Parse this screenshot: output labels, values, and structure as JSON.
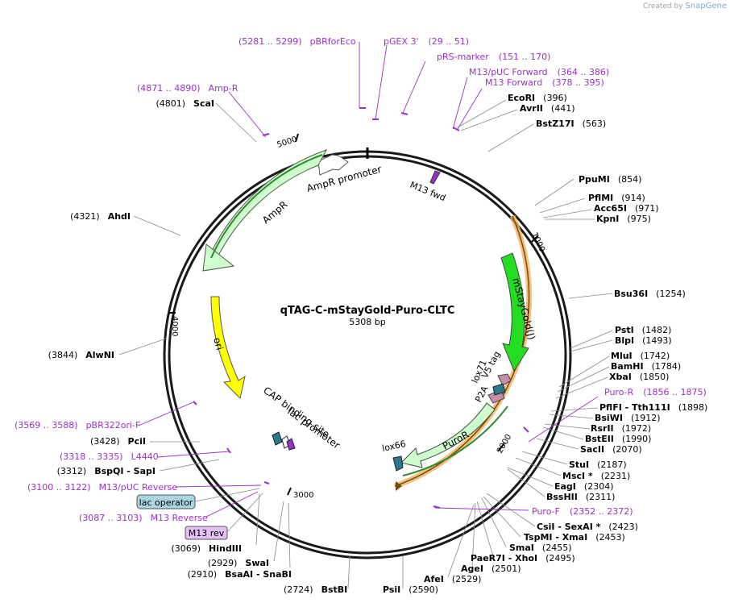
{
  "brand": {
    "prefix": "Created by",
    "name": "SnapGene"
  },
  "plasmid": {
    "name": "qTAG-C-mStayGold-Puro-CLTC",
    "length": "5308 bp"
  },
  "colors": {
    "backbone": "#1a1a1a",
    "primer": "#9b30c8",
    "enzyme": "#000000",
    "ampr": "#ccffcc",
    "ampr_outline": "#2e8b2e",
    "ori": "#ffff00",
    "stay": "#22dd22",
    "puror": "#ccffcc",
    "selection": "#f0b060"
  },
  "ticks": [
    "1000",
    "2000",
    "3000",
    "4000",
    "5000"
  ],
  "features": {
    "ampr": "AmpR",
    "ampr_promoter": "AmpR promoter",
    "ori": "ori",
    "mstaygold": "mStayGold(J)",
    "puror": "PuroR",
    "p2a": "P2A",
    "lox71": "lox71",
    "v5": "V5 tag",
    "lox66": "lox66",
    "m13fwd": "M13 fwd",
    "cap": "CAP binding site",
    "lac_promoter": "lac promoter",
    "lac_operator": "lac operator",
    "m13rev": "M13 rev"
  },
  "enzymes_right": [
    {
      "range": "",
      "name": "EcoRI",
      "pos": "(396)"
    },
    {
      "range": "",
      "name": "AvrII",
      "pos": "(441)"
    },
    {
      "range": "",
      "name": "BstZ17I",
      "pos": "(563)"
    },
    {
      "range": "",
      "name": "PpuMI",
      "pos": "(854)"
    },
    {
      "range": "",
      "name": "PflMI",
      "pos": "(914)"
    },
    {
      "range": "",
      "name": "Acc65I",
      "pos": "(971)"
    },
    {
      "range": "",
      "name": "KpnI",
      "pos": "(975)"
    },
    {
      "range": "",
      "name": "Bsu36I",
      "pos": "(1254)"
    },
    {
      "range": "",
      "name": "PstI",
      "pos": "(1482)"
    },
    {
      "range": "",
      "name": "BlpI",
      "pos": "(1493)"
    },
    {
      "range": "",
      "name": "MluI",
      "pos": "(1742)"
    },
    {
      "range": "",
      "name": "BamHI",
      "pos": "(1784)"
    },
    {
      "range": "",
      "name": "XbaI",
      "pos": "(1850)"
    },
    {
      "range": "",
      "name": "PflFI - Tth111I",
      "pos": "(1898)"
    },
    {
      "range": "",
      "name": "BsiWI",
      "pos": "(1912)"
    },
    {
      "range": "",
      "name": "RsrII",
      "pos": "(1972)"
    },
    {
      "range": "",
      "name": "BstEII",
      "pos": "(1990)"
    },
    {
      "range": "",
      "name": "SacII",
      "pos": "(2070)"
    },
    {
      "range": "",
      "name": "StuI",
      "pos": "(2187)"
    },
    {
      "range": "",
      "name": "MscI *",
      "pos": "(2231)"
    },
    {
      "range": "",
      "name": "EagI",
      "pos": "(2304)"
    },
    {
      "range": "",
      "name": "BssHII",
      "pos": "(2311)"
    },
    {
      "range": "",
      "name": "CsiI - SexAI *",
      "pos": "(2423)"
    },
    {
      "range": "",
      "name": "TspMI - XmaI",
      "pos": "(2453)"
    },
    {
      "range": "",
      "name": "SmaI",
      "pos": "(2455)"
    },
    {
      "range": "",
      "name": "PaeR7I - XhoI",
      "pos": "(2495)"
    },
    {
      "range": "",
      "name": "AgeI",
      "pos": "(2501)"
    },
    {
      "range": "",
      "name": "AfeI",
      "pos": "(2529)"
    },
    {
      "range": "",
      "name": "PsiI",
      "pos": "(2590)"
    },
    {
      "range": "",
      "name": "BstBI",
      "pos": "(2724)"
    }
  ],
  "enzymes_left": [
    {
      "name": "ScaI",
      "pos": "(4801)"
    },
    {
      "name": "AhdI",
      "pos": "(4321)"
    },
    {
      "name": "AlwNI",
      "pos": "(3844)"
    },
    {
      "name": "PciI",
      "pos": "(3428)"
    },
    {
      "name": "BspQI - SapI",
      "pos": "(3312)"
    },
    {
      "name": "HindIII",
      "pos": "(3069)"
    },
    {
      "name": "SwaI",
      "pos": "(2929)"
    },
    {
      "name": "BsaAI - SnaBI",
      "pos": "(2910)"
    }
  ],
  "primers": [
    {
      "range": "(5281 .. 5299)",
      "name": "pBRforEco"
    },
    {
      "range": "(29 .. 51)",
      "name": "pGEX 3'"
    },
    {
      "range": "(151 .. 170)",
      "name": "pRS-marker"
    },
    {
      "range": "(364 .. 386)",
      "name": "M13/pUC Forward"
    },
    {
      "range": "(378 .. 395)",
      "name": "M13 Forward"
    },
    {
      "range": "(4871 .. 4890)",
      "name": "Amp-R"
    },
    {
      "range": "(1856 .. 1875)",
      "name": "Puro-R"
    },
    {
      "range": "(2352 .. 2372)",
      "name": "Puro-F"
    },
    {
      "range": "(3569 .. 3588)",
      "name": "pBR322ori-F"
    },
    {
      "range": "(3318 .. 3335)",
      "name": "L4440"
    },
    {
      "range": "(3100 .. 3122)",
      "name": "M13/pUC Reverse"
    },
    {
      "range": "(3087 .. 3103)",
      "name": "M13 Reverse"
    }
  ]
}
